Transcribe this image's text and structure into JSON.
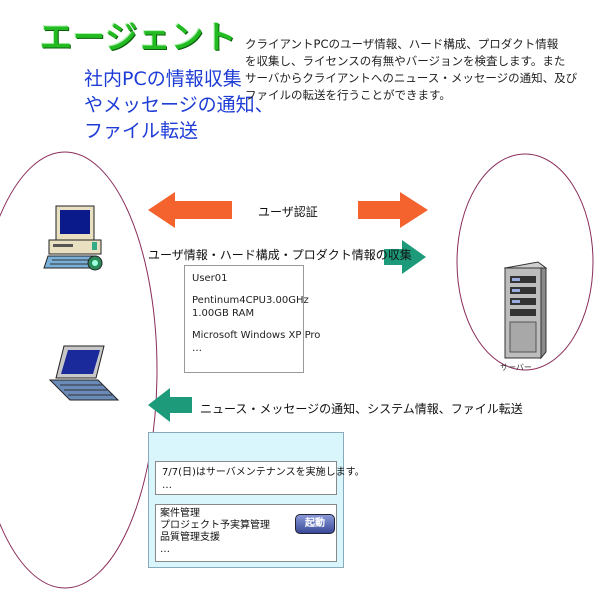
{
  "header": {
    "title": "エージェント",
    "subtitle": [
      "社内PCの情報収集",
      "やメッセージの通知、",
      "ファイル転送"
    ],
    "description": [
      "クライアントPCのユーザ情報、ハード構成、プロダクト情報",
      "を収集し、ライセンスの有無やバージョンを検査します。また",
      "サーバからクライアントへのニュース・メッセージの通知、及び",
      "ファイルの転送を行うことができます。"
    ]
  },
  "flows": {
    "auth": "ユーザ認証",
    "collect": "ユーザ情報・ハード構成・プロダクト情報の収集",
    "notify": "ニュース・メッセージの通知、システム情報、ファイル転送"
  },
  "info_box": {
    "user": "User01",
    "cpu": "Pentinum4CPU3.00GHz",
    "ram": "1.00GB RAM",
    "os": "Microsoft Windows XP Pro",
    "more": "…"
  },
  "client_window": {
    "notice": "7/7(日)はサーバメンテナンスを実施します。",
    "notice_more": "…",
    "menu": [
      "案件管理",
      "プロジェクト予実算管理",
      "品質管理支援",
      "…"
    ],
    "launch_button": "起動"
  },
  "server_label": "サーバー",
  "colors": {
    "title_green": "#22bb22",
    "subtitle_blue": "#1e3cd6",
    "arrow_orange": "#f4622e",
    "arrow_teal": "#1c9a7a",
    "ellipse": "#8a2c5a",
    "window_bg": "#d8f6fc"
  }
}
